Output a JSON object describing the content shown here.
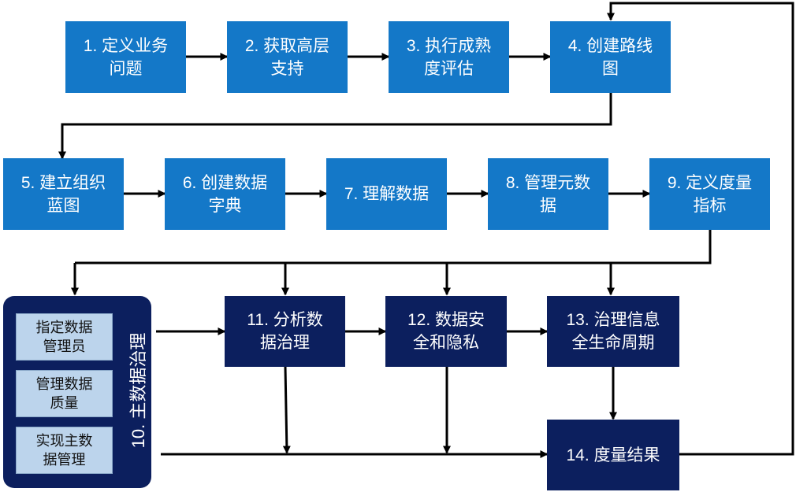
{
  "steps": {
    "s1": "1. 定义业务\n问题",
    "s2": "2. 获取高层\n支持",
    "s3": "3. 执行成熟\n度评估",
    "s4": "4. 创建路线\n图",
    "s5": "5. 建立组织\n蓝图",
    "s6": "6. 创建数据\n字典",
    "s7": "7. 理解数据",
    "s8": "8. 管理元数\n据",
    "s9": "9. 定义度量\n指标",
    "s11": "11. 分析数\n据治理",
    "s12": "12. 数据安\n全和隐私",
    "s13": "13. 治理信息\n全生命周期",
    "s14": "14. 度量结果"
  },
  "group10": {
    "label": "10. 主数据治理",
    "items": [
      "指定数据\n管理员",
      "管理数据\n质量",
      "实现主数\n据管理"
    ]
  },
  "colors": {
    "light_box": "#1478c8",
    "dark_box": "#0c1f5e",
    "sub_box": "#bcd4ec",
    "connector": "#000000"
  }
}
